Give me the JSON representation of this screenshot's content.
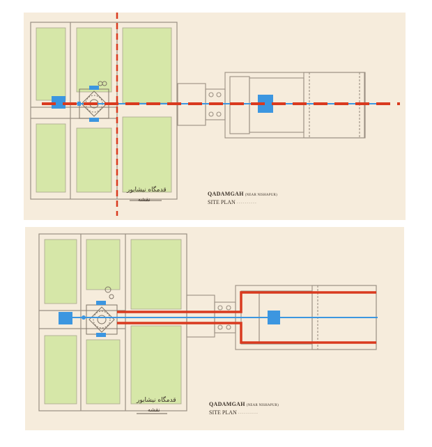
{
  "plans": [
    {
      "id": "top",
      "caption_title": "QADAMGAH",
      "caption_sub": "(NEAR NISHAPUR)",
      "caption_line2": "SITE PLAN",
      "caption_scale": "- - - - - - - - - -",
      "script_line1": "قدمگاه نیشابور",
      "script_line2": "نقشه",
      "overlay": "dashed-axes"
    },
    {
      "id": "bottom",
      "caption_title": "QADAMGAH",
      "caption_sub": "(NEAR NISHAPUR)",
      "caption_line2": "SITE PLAN",
      "caption_scale": "- - - - - - - - - -",
      "script_line1": "قدمگاه نیشابور",
      "script_line2": "نقشه",
      "overlay": "solid-corridor"
    }
  ],
  "colors": {
    "paper": "#f6ecdc",
    "garden": "#d6e7a8",
    "wall": "#9a8f82",
    "water": "#3c96e0",
    "axis": "#d93a1f"
  }
}
